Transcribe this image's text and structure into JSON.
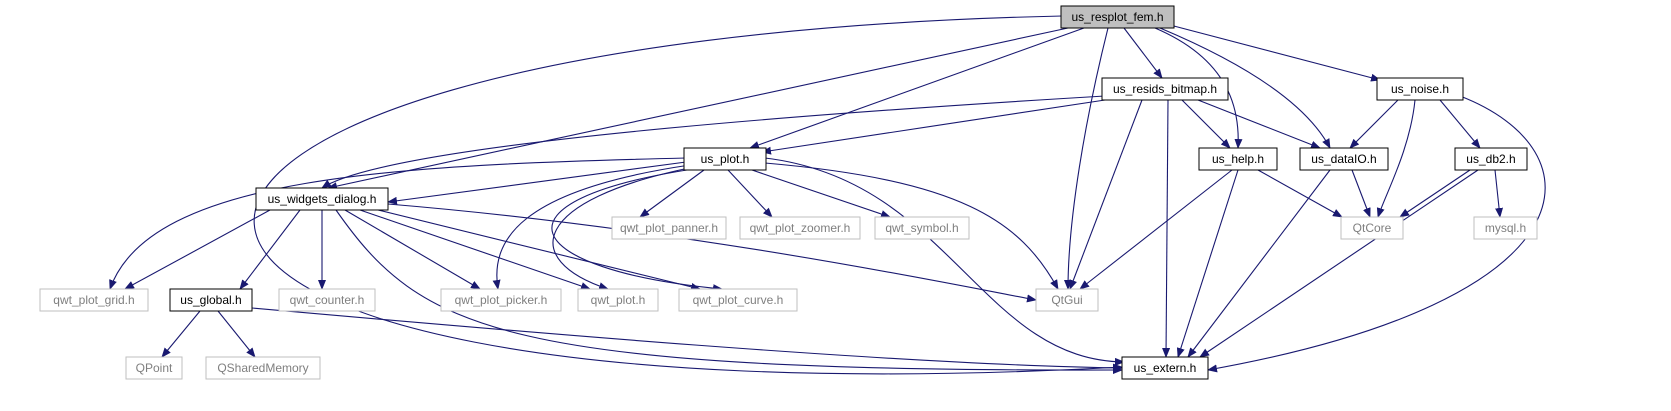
{
  "diagram": {
    "colors": {
      "background": "#ffffff",
      "edge": "#191970",
      "node_border": "#000000",
      "node_text": "#000000",
      "external_border": "#bfbfbf",
      "external_text": "#7f7f7f",
      "root_fill": "#bfbfbf"
    },
    "nodes": [
      {
        "id": "us_resplot_fem",
        "label": "us_resplot_fem.h",
        "kind": "root"
      },
      {
        "id": "us_resids_bitmap",
        "label": "us_resids_bitmap.h",
        "kind": "local"
      },
      {
        "id": "us_noise",
        "label": "us_noise.h",
        "kind": "local"
      },
      {
        "id": "us_plot",
        "label": "us_plot.h",
        "kind": "local"
      },
      {
        "id": "us_help",
        "label": "us_help.h",
        "kind": "local"
      },
      {
        "id": "us_dataIO",
        "label": "us_dataIO.h",
        "kind": "local"
      },
      {
        "id": "us_db2",
        "label": "us_db2.h",
        "kind": "local"
      },
      {
        "id": "us_widgets_dialog",
        "label": "us_widgets_dialog.h",
        "kind": "local"
      },
      {
        "id": "us_global",
        "label": "us_global.h",
        "kind": "local"
      },
      {
        "id": "us_extern",
        "label": "us_extern.h",
        "kind": "local"
      },
      {
        "id": "qwt_plot_panner",
        "label": "qwt_plot_panner.h",
        "kind": "external"
      },
      {
        "id": "qwt_plot_zoomer",
        "label": "qwt_plot_zoomer.h",
        "kind": "external"
      },
      {
        "id": "qwt_symbol",
        "label": "qwt_symbol.h",
        "kind": "external"
      },
      {
        "id": "QtCore",
        "label": "QtCore",
        "kind": "external"
      },
      {
        "id": "mysql",
        "label": "mysql.h",
        "kind": "external"
      },
      {
        "id": "qwt_plot_grid",
        "label": "qwt_plot_grid.h",
        "kind": "external"
      },
      {
        "id": "qwt_counter",
        "label": "qwt_counter.h",
        "kind": "external"
      },
      {
        "id": "qwt_plot_picker",
        "label": "qwt_plot_picker.h",
        "kind": "external"
      },
      {
        "id": "qwt_plot",
        "label": "qwt_plot.h",
        "kind": "external"
      },
      {
        "id": "qwt_plot_curve",
        "label": "qwt_plot_curve.h",
        "kind": "external"
      },
      {
        "id": "QtGui",
        "label": "QtGui",
        "kind": "external"
      },
      {
        "id": "QPoint",
        "label": "QPoint",
        "kind": "external"
      },
      {
        "id": "QSharedMemory",
        "label": "QSharedMemory",
        "kind": "external"
      }
    ],
    "edges": [
      {
        "from": "us_resplot_fem",
        "to": "us_extern"
      },
      {
        "from": "us_resplot_fem",
        "to": "us_widgets_dialog"
      },
      {
        "from": "us_resplot_fem",
        "to": "us_plot"
      },
      {
        "from": "us_resplot_fem",
        "to": "QtGui"
      },
      {
        "from": "us_resplot_fem",
        "to": "us_resids_bitmap"
      },
      {
        "from": "us_resplot_fem",
        "to": "us_help"
      },
      {
        "from": "us_resplot_fem",
        "to": "us_dataIO"
      },
      {
        "from": "us_resplot_fem",
        "to": "us_noise"
      },
      {
        "from": "us_resids_bitmap",
        "to": "us_widgets_dialog"
      },
      {
        "from": "us_resids_bitmap",
        "to": "us_plot"
      },
      {
        "from": "us_resids_bitmap",
        "to": "QtGui"
      },
      {
        "from": "us_resids_bitmap",
        "to": "us_extern"
      },
      {
        "from": "us_resids_bitmap",
        "to": "us_help"
      },
      {
        "from": "us_resids_bitmap",
        "to": "us_dataIO"
      },
      {
        "from": "us_noise",
        "to": "us_dataIO"
      },
      {
        "from": "us_noise",
        "to": "QtCore"
      },
      {
        "from": "us_noise",
        "to": "us_db2"
      },
      {
        "from": "us_noise",
        "to": "us_extern"
      },
      {
        "from": "us_plot",
        "to": "us_widgets_dialog"
      },
      {
        "from": "us_plot",
        "to": "qwt_plot_grid"
      },
      {
        "from": "us_plot",
        "to": "qwt_plot_picker"
      },
      {
        "from": "us_plot",
        "to": "qwt_plot"
      },
      {
        "from": "us_plot",
        "to": "qwt_plot_curve"
      },
      {
        "from": "us_plot",
        "to": "qwt_plot_panner"
      },
      {
        "from": "us_plot",
        "to": "qwt_plot_zoomer"
      },
      {
        "from": "us_plot",
        "to": "qwt_symbol"
      },
      {
        "from": "us_plot",
        "to": "QtGui"
      },
      {
        "from": "us_plot",
        "to": "us_extern"
      },
      {
        "from": "us_help",
        "to": "QtGui"
      },
      {
        "from": "us_help",
        "to": "QtCore"
      },
      {
        "from": "us_help",
        "to": "us_extern"
      },
      {
        "from": "us_dataIO",
        "to": "QtCore"
      },
      {
        "from": "us_dataIO",
        "to": "us_extern"
      },
      {
        "from": "us_db2",
        "to": "QtCore"
      },
      {
        "from": "us_db2",
        "to": "mysql"
      },
      {
        "from": "us_db2",
        "to": "us_extern"
      },
      {
        "from": "us_widgets_dialog",
        "to": "qwt_plot_grid"
      },
      {
        "from": "us_widgets_dialog",
        "to": "us_global"
      },
      {
        "from": "us_widgets_dialog",
        "to": "qwt_counter"
      },
      {
        "from": "us_widgets_dialog",
        "to": "qwt_plot_picker"
      },
      {
        "from": "us_widgets_dialog",
        "to": "qwt_plot"
      },
      {
        "from": "us_widgets_dialog",
        "to": "qwt_plot_curve"
      },
      {
        "from": "us_widgets_dialog",
        "to": "QtGui"
      },
      {
        "from": "us_widgets_dialog",
        "to": "us_extern"
      },
      {
        "from": "us_global",
        "to": "QPoint"
      },
      {
        "from": "us_global",
        "to": "QSharedMemory"
      },
      {
        "from": "us_global",
        "to": "us_extern"
      }
    ]
  }
}
